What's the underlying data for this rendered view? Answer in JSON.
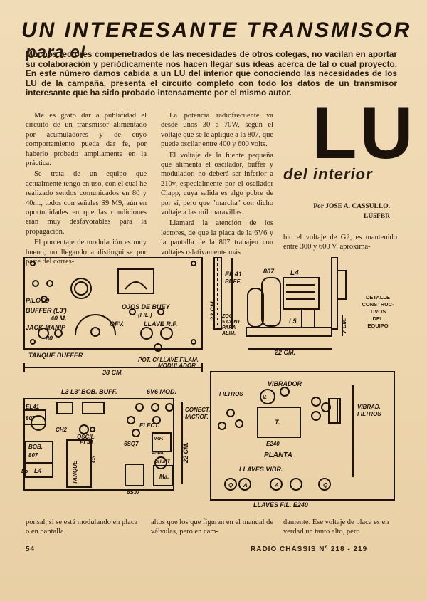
{
  "headline": {
    "main": "UN INTERESANTE TRANSMISOR",
    "tail": "para el"
  },
  "intro": "Muchos lectores compenetrados de las necesidades de otros colegas, no vacilan en aportar su colaboración y periódicamente nos hacen llegar sus ideas acerca de tal o cual proyecto. En este número damos cabida a un LU del interior que conociendo las necesidades de los LU de la campaña, presenta el circuito completo con todo los datos de un transmisor interesante que ha sido probado intensamente por el mismo autor.",
  "col1": [
    "Me es grato dar a publicidad el circuito de un transmisor alimentado por acumuladores y de cuyo comportamiento pueda dar fe, por haberlo probado ampliamente en la práctica.",
    "Se trata de un equipo que actualmente tengo en uso, con el cual he realizado sendos comunicados en 80 y 40m., todos con señales S9 M9, aún en oportunidades en que las condiciones eran muy desfavorables para la propagación.",
    "El porcentaje de modulación es muy bueno, no llegando a distinguirse por parte del corres-"
  ],
  "col2": [
    "La potencia radiofrecuente va desde unos 30 a 70W, según el voltaje que se le aplique a la 807, que puede oscilar entre 400 y 600 volts.",
    "El voltaje de la fuente pequeña que alimenta el oscilador, buffer y modulador, no deberá ser inferior a 210v, especialmente por el oscilador Clapp, cuya salida es algo pobre de por sí, pero que \"marcha\" con dicho voltaje a las mil maravillas.",
    "Llamará la atención de los lectores, de que la placa de la 6V6 y la pantalla de la 807 trabajen con voltajes relativamente más"
  ],
  "title_lu": "LU",
  "title_interior": "del interior",
  "byline": {
    "author": "Por JOSE A. CASSULLO.",
    "call": "LU5FBR"
  },
  "col3": "bio el voltaje de G2, es mantenido entre 300 y 600 V. aproxima-",
  "detail": [
    "DETALLE",
    "CONSTRUC-",
    "TIVOS",
    "DEL",
    "EQUIPO"
  ],
  "front_panel": {
    "piloto": "PILOTO",
    "buffer": "BUFFER (L3')",
    "m40": "40 M.",
    "ojos": "OJOS DE BUEY",
    "fil": "(FIL.)",
    "jack": "JACK MANIP",
    "m80": "80",
    "ofv": "OFV.",
    "llave_rf": "LLAVE R.F.",
    "tanque": "TANQUE BUFFER",
    "pot": "POT. C/ LLAVE FILAM.",
    "modulador": "MODULADOR",
    "width": "38 CM."
  },
  "side_view": {
    "el41": "EL 41",
    "buff": "BUFF.",
    "v807": "807",
    "l4": "L4",
    "l5": "L5",
    "zoc1": "ZOC.",
    "zoc2": "5 CONT.",
    "zoc3": "PARA",
    "zoc4": "ALIM.",
    "h22": "22 CM.",
    "w22": "22 CM.",
    "h7": "7 CM."
  },
  "chassis": {
    "top": "L3 L3' BOB. BUFF.",
    "v6v6": "6V6 MOD.",
    "el41": "EL41",
    "v807": "807",
    "ch2": "CH2",
    "oscil": "OSCIL.",
    "oscil2": "EL41",
    "elect": "ELECT.",
    "conect": "CONECT.",
    "microf": "MICROF.",
    "bob": "BOB.",
    "bob807": "807",
    "l5": "L5",
    "l4": "L4",
    "tanque": "TANQUE",
    "c3": "C3",
    "q6sq7": "6SQ7",
    "imp": "IMP.",
    "imp2": "4508",
    "shunt": "SHUNT",
    "ma": "Ma.",
    "q6sj7": "6SJ7",
    "h22": "22 CM."
  },
  "planta": {
    "vibrador": "VIBRADOR",
    "filtros": "FILTROS",
    "v": "V.",
    "vibrad": "VIBRAD.",
    "filtros2": "FILTROS",
    "t": "T.",
    "e240": "E240",
    "planta": "PLANTA",
    "llaves_vibr": "LLAVES VIBR.",
    "llaves_fil": "LLAVES FIL. E240",
    "a": "A",
    "q": "Q"
  },
  "bottom": {
    "c1": "ponsal, si se está modulando en placa o en pantalla.",
    "c2": "altos que los que figuran en el manual de válvulas, pero en cam-",
    "c3": "damente. Ese voltaje de placa es en verdad un tanto alto, pero"
  },
  "footer": {
    "page": "54",
    "magazine": "RADIO CHASSIS Nº 218 - 219"
  }
}
